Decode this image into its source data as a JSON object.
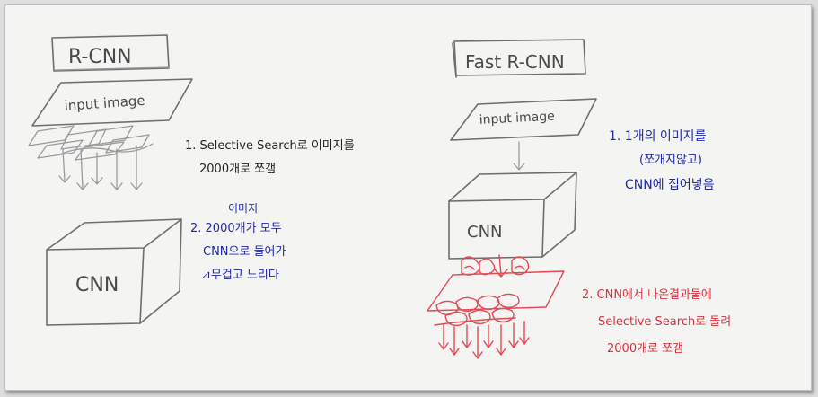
{
  "rcnn": {
    "title": "R-CNN",
    "input_label": "input image",
    "cnn_label": "CNN",
    "note1": {
      "line1": "1. Selective Search로 이미지를",
      "line2": "2000개로 쪼갬"
    },
    "note2": {
      "line1": "이미지",
      "line2": "2. 2000개가 모두",
      "line3": "CNN으로 들어가",
      "line4": "⊿무겁고 느리다"
    }
  },
  "fast_rcnn": {
    "title": "Fast R-CNN",
    "input_label": "input image",
    "cnn_label": "CNN",
    "note1": {
      "line1": "1. 1개의 이미지를",
      "line2": "(쪼개지않고)",
      "line3": "CNN에 집어넣음"
    },
    "note2": {
      "line1": "2. CNN에서 나온결과물에",
      "line2": "Selective Search로 돌려",
      "line3": "2000개로 쪼갬"
    }
  },
  "colors": {
    "pencil": "#6e6e6e",
    "ink": "#222222",
    "blue_ink": "#1f2aa6",
    "red_ink": "#d8323f",
    "paper": "#f4f4f2"
  }
}
